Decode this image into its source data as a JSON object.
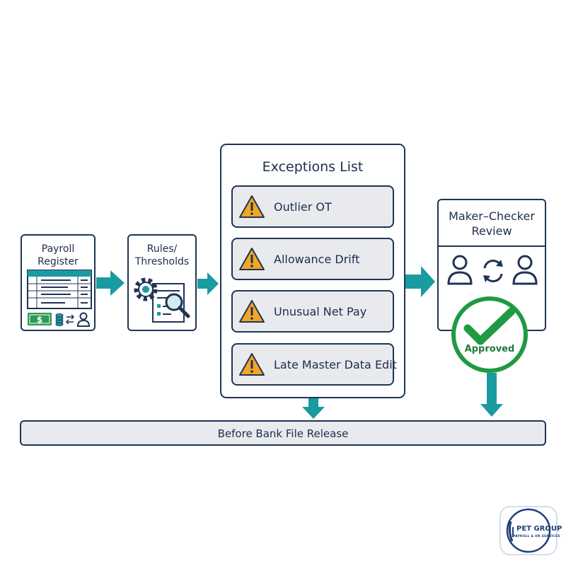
{
  "nodes": {
    "payroll_register": "Payroll\nRegister",
    "rules_thresholds": "Rules/\nThresholds",
    "exceptions": {
      "title": "Exceptions List",
      "items": [
        "Outlier OT",
        "Allowance Drift",
        "Unusual Net Pay",
        "Late Master Data Edit"
      ]
    },
    "review": "Maker–Checker\nReview",
    "approved": "Approved",
    "release": "Before Bank File Release"
  },
  "logo": {
    "name": "PET GROUP",
    "tagline": "PAYROLL & HR SERVICES"
  },
  "colors": {
    "navy": "#1f3456",
    "teal_arrow": "#1a9ba0",
    "warning": "#f2a623",
    "approved_green": "#1f9a43",
    "money_green": "#2f9a56",
    "panel_gray": "#e8eaee"
  },
  "icons": [
    "spreadsheet-icon",
    "money-icon",
    "coins-icon",
    "swap-icon",
    "user-icon",
    "gear-icon",
    "magnifier-icon",
    "warning-icon",
    "refresh-icon",
    "checkmark-icon"
  ]
}
